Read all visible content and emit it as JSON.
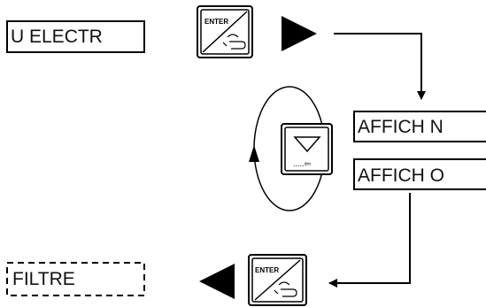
{
  "screens": {
    "start": "U ELECTR",
    "option_n": "AFFICH N",
    "option_o": "AFFICH O",
    "result": "FILTRE"
  },
  "keys": {
    "enter_top": "ENTER",
    "enter_bottom": "ENTER",
    "scroll_hint": ".....⇦"
  },
  "icons": {
    "enter_key": "enter-key-icon",
    "down_key": "down-arrow-key-icon",
    "hand": "pressing-hand-icon",
    "cycle": "cycle-arrow-icon"
  }
}
